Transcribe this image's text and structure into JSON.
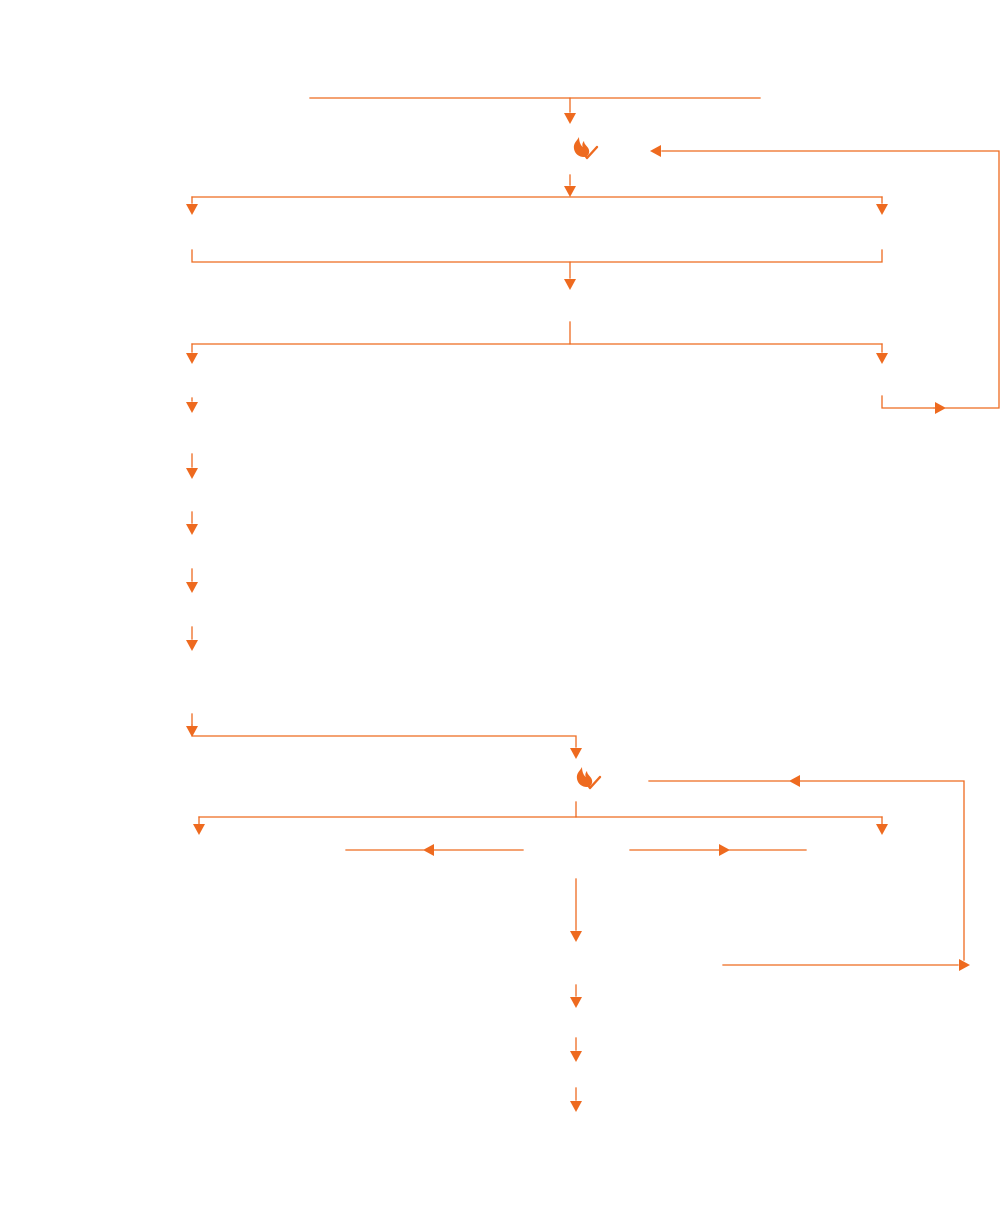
{
  "diagram": {
    "type": "flowchart",
    "stroke_color": "#ee6a1f",
    "background": "#ffffff",
    "labels": [],
    "icons": [
      {
        "name": "flame-check-icon",
        "semantic": "flame-with-checkmark"
      },
      {
        "name": "flame-check-icon",
        "semantic": "flame-with-checkmark"
      }
    ]
  }
}
